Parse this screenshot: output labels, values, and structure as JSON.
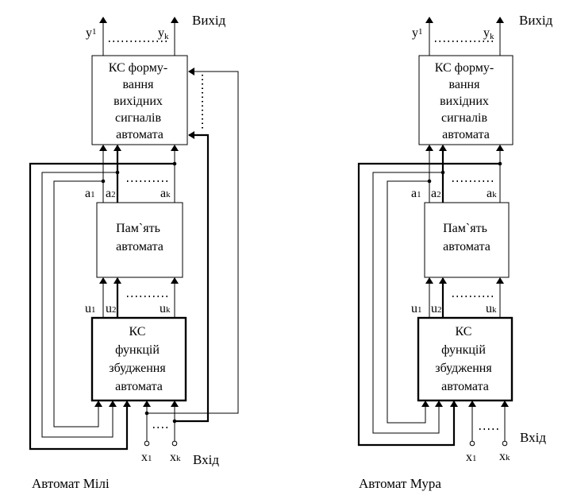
{
  "mealy": {
    "caption": "Автомат Мілі",
    "output_block": [
      "КС форму-",
      "вання",
      "вихідних",
      "сигналів",
      "автомата"
    ],
    "memory_block": [
      "Пам`ять",
      "автомата"
    ],
    "excitation_block": [
      "КС",
      "функцій",
      "збудження",
      "автомата"
    ],
    "output_label": "Вихід",
    "input_label": "Вхід",
    "y_first": "y",
    "y_first_sub": "1",
    "y_last": "y",
    "y_last_sub": "k",
    "a_first": "a",
    "a_first_sub": "1",
    "a_second": "a",
    "a_second_sub": "2",
    "a_last": "a",
    "a_last_sub": "k",
    "u_first": "u",
    "u_first_sub": "1",
    "u_second": "u",
    "u_second_sub": "2",
    "u_last": "u",
    "u_last_sub": "k",
    "x_first": "x",
    "x_first_sub": "1",
    "x_last": "x",
    "x_last_sub": "k"
  },
  "moore": {
    "caption": "Автомат Мура",
    "output_block": [
      "КС форму-",
      "вання",
      "вихідних",
      "сигналів",
      "автомата"
    ],
    "memory_block": [
      "Пам`ять",
      "автомата"
    ],
    "excitation_block": [
      "КС",
      "функцій",
      "збудження",
      "автомата"
    ],
    "output_label": "Вихід",
    "input_label": "Вхід",
    "y_first": "y",
    "y_first_sub": "1",
    "y_last": "y",
    "y_last_sub": "k",
    "a_first": "a",
    "a_first_sub": "1",
    "a_second": "a",
    "a_second_sub": "2",
    "a_last": "a",
    "a_last_sub": "k",
    "u_first": "u",
    "u_first_sub": "1",
    "u_second": "u",
    "u_second_sub": "2",
    "u_last": "u",
    "u_last_sub": "k",
    "x_first": "x",
    "x_first_sub": "1",
    "x_last": "x",
    "x_last_sub": "k"
  }
}
